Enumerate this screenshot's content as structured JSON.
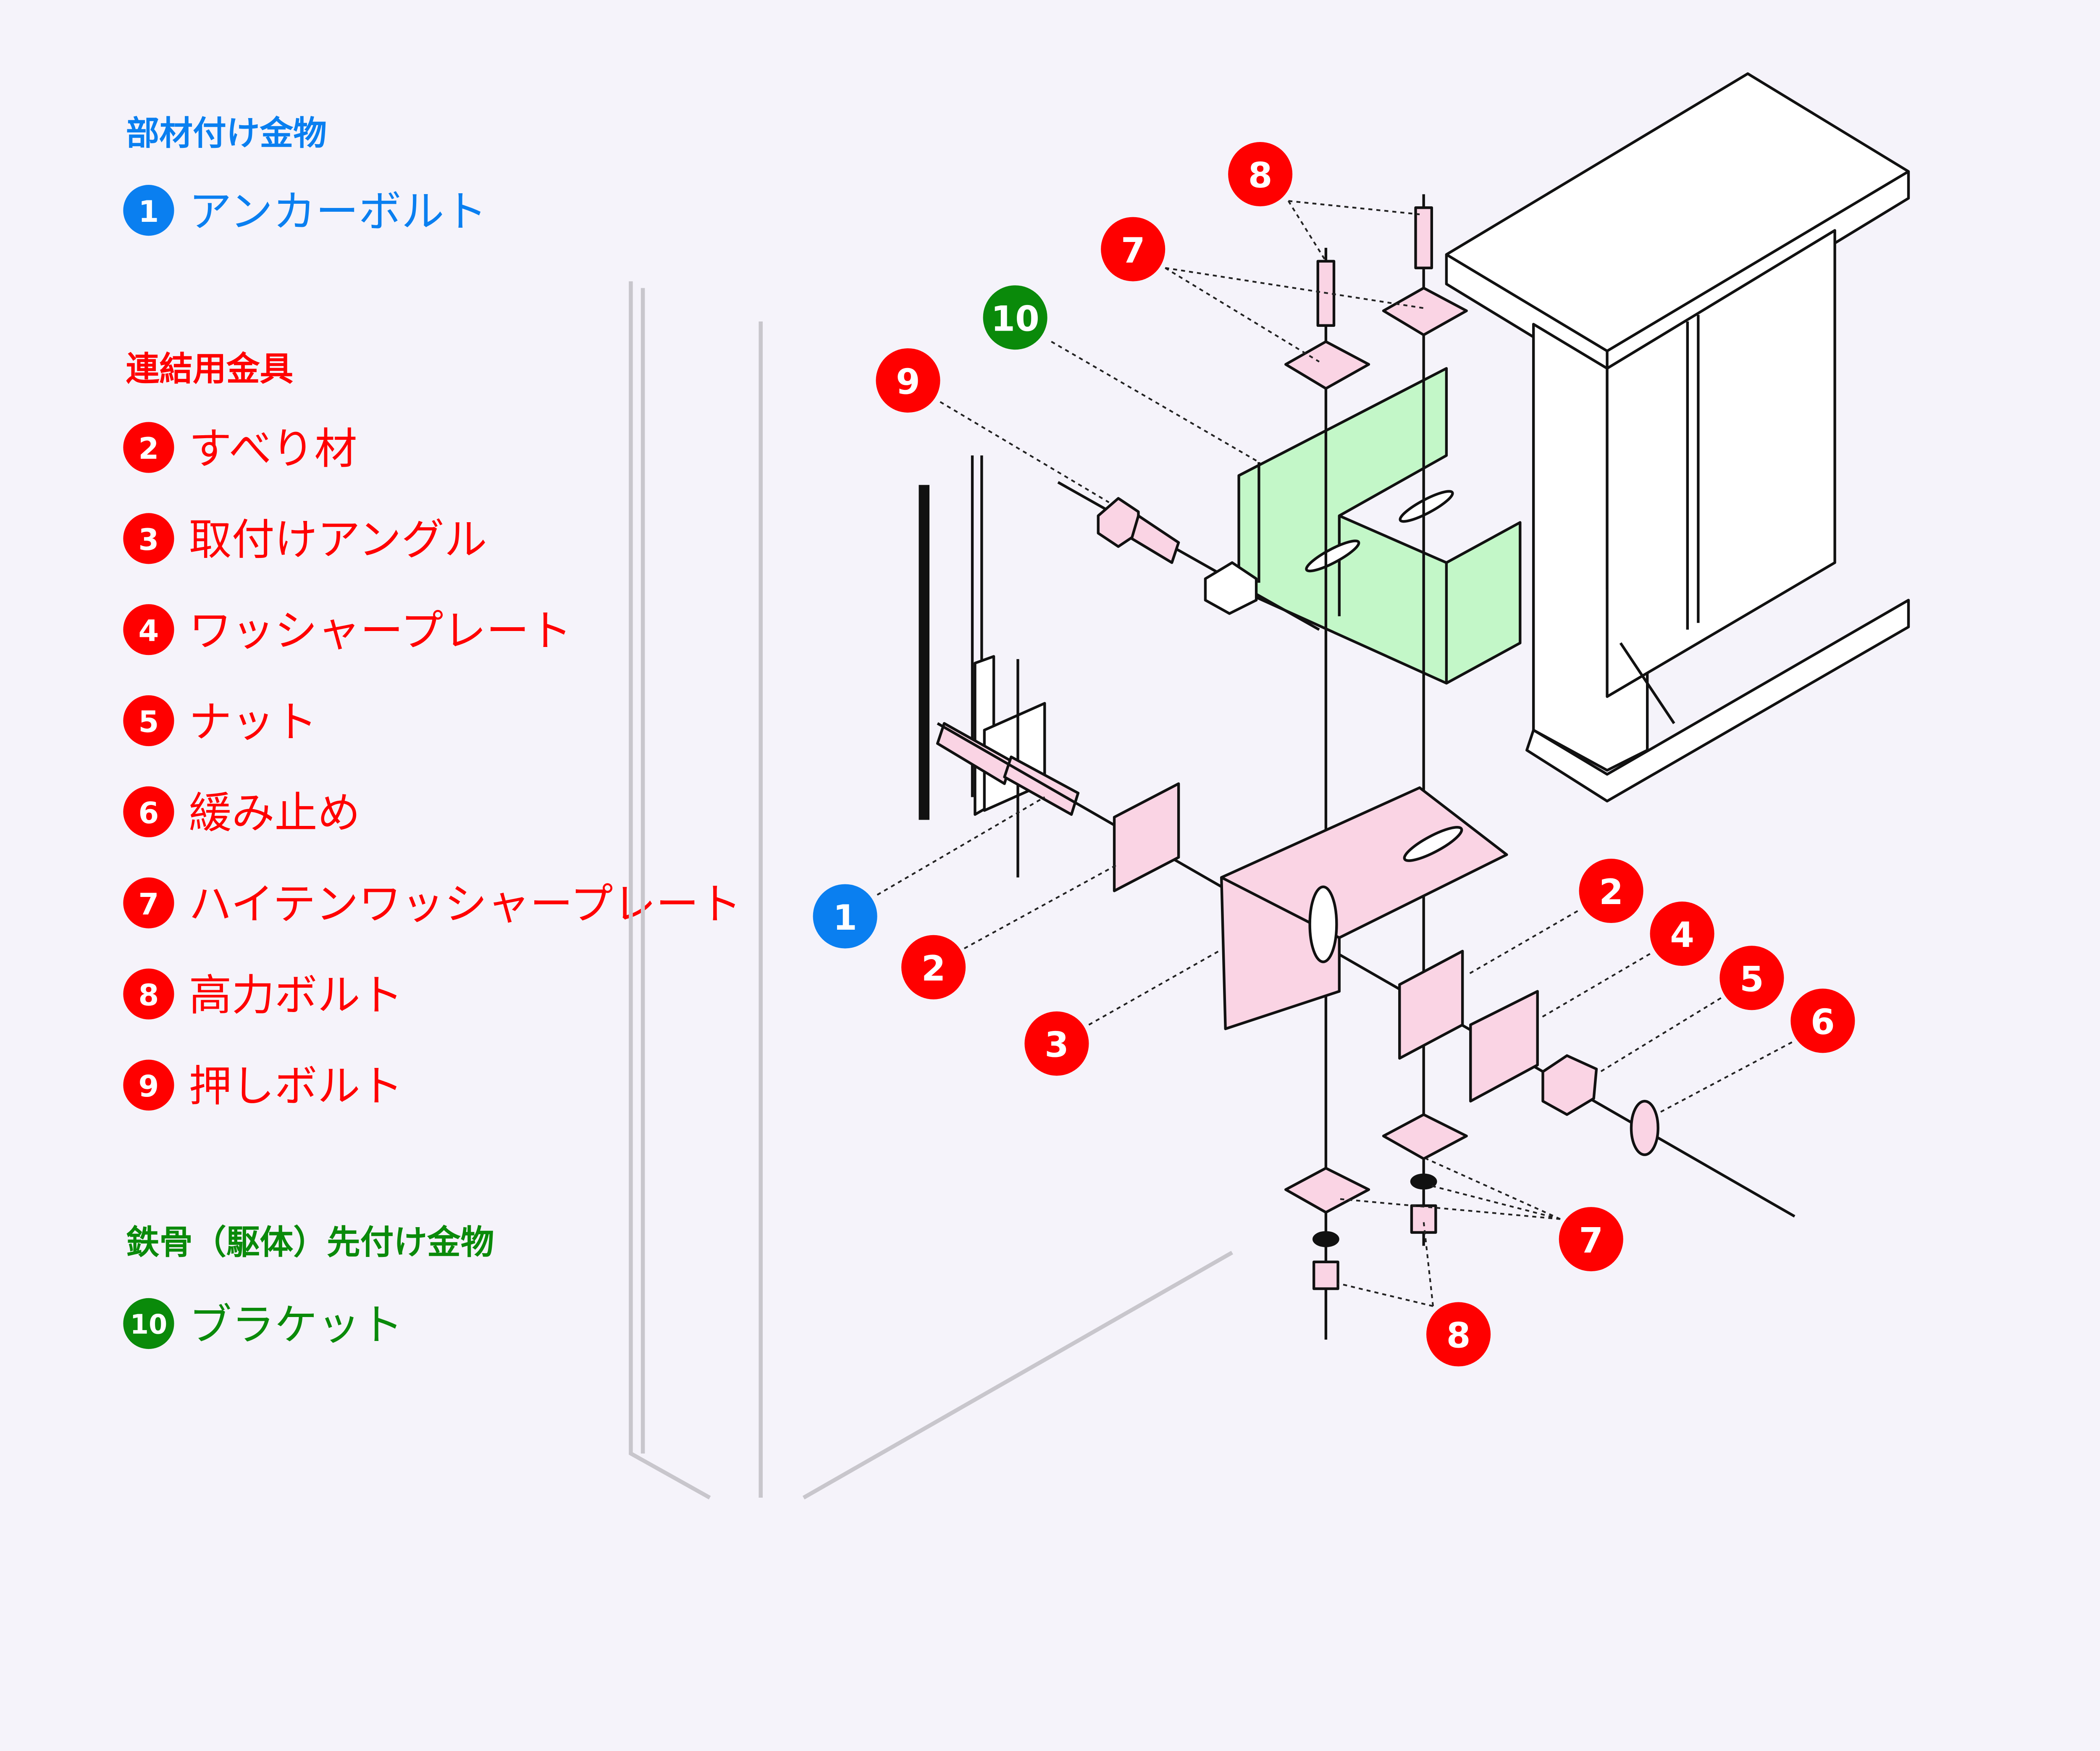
{
  "colors": {
    "background": "#f5f3fa",
    "blue": "#0a7ff0",
    "red": "#ff0000",
    "green": "#0a8a0a",
    "part_pink": "#fad4e4",
    "part_green": "#c3f7c8"
  },
  "legend": {
    "groups": [
      {
        "heading": "部材付け金物",
        "color": "blue",
        "items": [
          {
            "num": "1",
            "label": "アンカーボルト"
          }
        ]
      },
      {
        "heading": "連結用金具",
        "color": "red",
        "items": [
          {
            "num": "2",
            "label": "すべり材"
          },
          {
            "num": "3",
            "label": "取付けアングル"
          },
          {
            "num": "4",
            "label": "ワッシャープレート"
          },
          {
            "num": "5",
            "label": "ナット"
          },
          {
            "num": "6",
            "label": "緩み止め"
          },
          {
            "num": "7",
            "label": "ハイテンワッシャープレート"
          },
          {
            "num": "8",
            "label": "高力ボルト"
          },
          {
            "num": "9",
            "label": "押しボルト"
          }
        ]
      },
      {
        "heading": "鉄骨（駆体）先付け金物",
        "color": "green",
        "items": [
          {
            "num": "10",
            "label": "ブラケット"
          }
        ]
      }
    ]
  },
  "callouts": [
    "8",
    "7",
    "10",
    "9",
    "1",
    "2",
    "3",
    "2",
    "4",
    "5",
    "6",
    "7",
    "8"
  ]
}
